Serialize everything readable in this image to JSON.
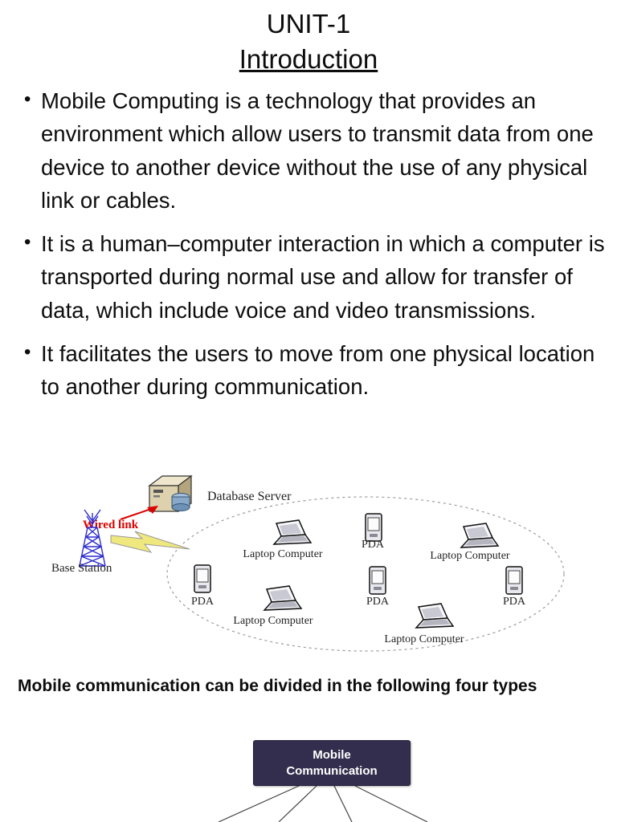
{
  "slide": {
    "title": {
      "line1": "UNIT-1",
      "line2": "Introduction"
    },
    "bullets": [
      "Mobile Computing is a technology that provides an environment which allow users to transmit data from one device to another device without the use of any physical link or cables.",
      "It is a human–computer interaction in which a computer is transported during normal use and allow for transfer of data, which include voice and video transmissions.",
      "It facilitates the users to move from one physical location to another during communication."
    ],
    "caption": "Mobile communication can be divided in the following four types"
  },
  "diagram": {
    "database_server_label": "Database Server",
    "wired_link_label": "Wired link",
    "base_station_label": "Base Station",
    "device_labels": {
      "laptop": "Laptop Computer",
      "pda": "PDA"
    }
  },
  "tree": {
    "root_label": "Mobile Communication"
  },
  "colors": {
    "wired_link_text": "#dd0000",
    "base_station_blue": "#2b2bd0",
    "lightning_fill": "#efe87e",
    "root_box_bg": "#332e4d",
    "root_box_text": "#ffffff"
  }
}
